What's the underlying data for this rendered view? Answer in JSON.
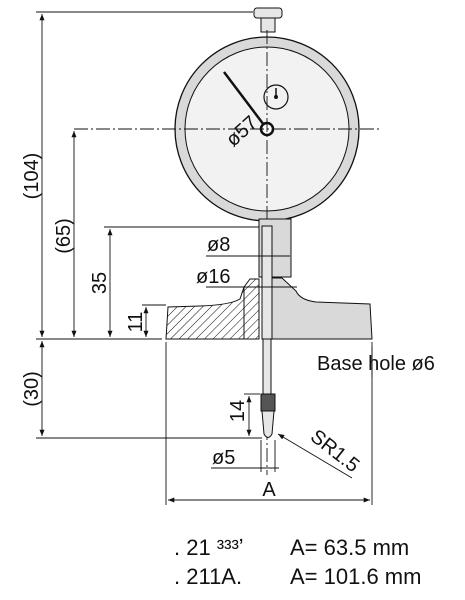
{
  "dimensions": {
    "overall_height": "(104)",
    "to_base": "(65)",
    "stem_h": "35",
    "base_h": "11",
    "below_base": "(30)",
    "tip_len": "14",
    "dial_dia": "ø57",
    "stem_dia": "ø8",
    "shoulder_dia": "ø16",
    "tip_dia": "ø5",
    "tip_radius": "SR1.5",
    "base_hole": "Base hole ø6",
    "base_width": "A"
  },
  "table": {
    "rows": [
      {
        "model": ". 21 ³³³ʼ",
        "value": "A= 63.5 mm"
      },
      {
        "model": ". 211A.",
        "value": "A= 101.6 mm"
      }
    ]
  }
}
